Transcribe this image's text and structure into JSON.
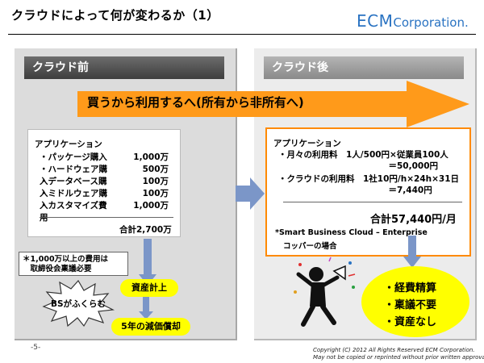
{
  "slide_title": "クラウドによって何が変わるか（1）",
  "logo": {
    "ecm": "ECM",
    "corp": "Corporation."
  },
  "before_panel": {
    "header": "クラウド前",
    "box": {
      "title": "アプリケーション",
      "items": [
        {
          "label": "・パッケージ購入",
          "value": "1,000万"
        },
        {
          "label": "・ハードウェア購入",
          "value": "500万"
        },
        {
          "label": "・データベース購入",
          "value": "100万"
        },
        {
          "label": "・ミドルウェア購入",
          "value": "100万"
        },
        {
          "label": "・カスタマイズ費用",
          "value": "1,000万"
        }
      ],
      "total": "合計2,700万"
    },
    "note": "＊1,000万以上の費用は\n　取締役会稟議必要",
    "burst_text": "BSがふくらむ",
    "asset_pill": "資産計上",
    "depreciation_pill": "5年の減価償却"
  },
  "after_panel": {
    "header": "クラウド後",
    "box": {
      "title": "アプリケーション",
      "lines": [
        "・月々の利用料　1人/500円×従業員100人",
        "　　　　　　　　　　　　　＝50,000円",
        "・クラウドの利用料　1社10円/h×24h×31日",
        "　　　　　　　　　　　　　＝7,440円"
      ],
      "total": "合計57,440円/月",
      "note": "*Smart Business Cloud – Enterprise",
      "note2": "コッパーの場合"
    },
    "results": [
      "・経費精算",
      "・稟議不要",
      "・資産なし"
    ]
  },
  "banner": "買うから利用するへ(所有から非所有へ)",
  "page_number": "-5-",
  "copyright_lines": [
    "Copyright (C) 2012 All Rights Reserved ECM Corporation.",
    "May not be copied or reprinted without prior written approval."
  ],
  "colors": {
    "accent_orange": "#ff8a00",
    "logo_blue": "#2a73c2",
    "highlight_yellow": "#ffff00",
    "arrow_blue": "#7b96c8"
  }
}
